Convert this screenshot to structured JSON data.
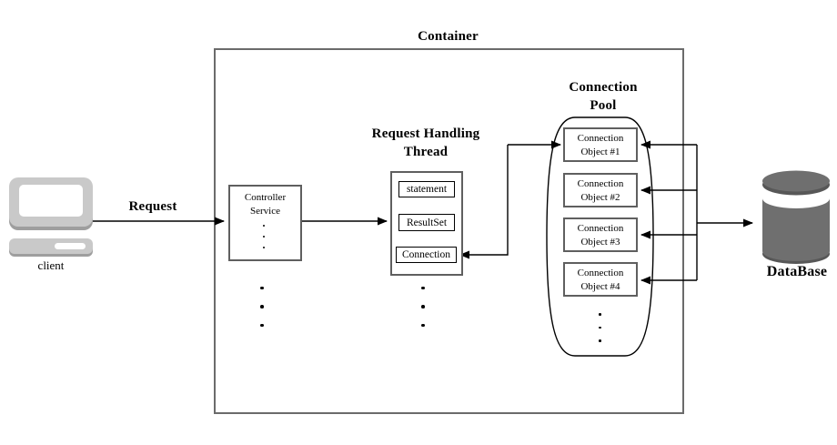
{
  "container": {
    "title": "Container"
  },
  "client": {
    "caption": "client"
  },
  "request": {
    "label": "Request"
  },
  "controller": {
    "line1": "Controller",
    "line2": "Service"
  },
  "thread": {
    "title_line1": "Request Handling",
    "title_line2": "Thread",
    "boxes": [
      "statement",
      "ResultSet",
      "Connection"
    ]
  },
  "pool": {
    "title_line1": "Connection",
    "title_line2": "Pool",
    "objects": [
      {
        "line1": "Connection",
        "line2": "Object #1"
      },
      {
        "line1": "Connection",
        "line2": "Object #2"
      },
      {
        "line1": "Connection",
        "line2": "Object #3"
      },
      {
        "line1": "Connection",
        "line2": "Object #4"
      }
    ]
  },
  "database": {
    "label": "DataBase"
  },
  "colors": {
    "wire": "#000000",
    "container_border": "#6b6b6b",
    "box_border": "#5f5f5f",
    "inner_box_border": "#000000",
    "cylinder_fill": "#6f6f6f",
    "cylinder_rim": "#575757",
    "client_body": "#c9c9c9",
    "client_shadow": "#9e9e9e"
  }
}
